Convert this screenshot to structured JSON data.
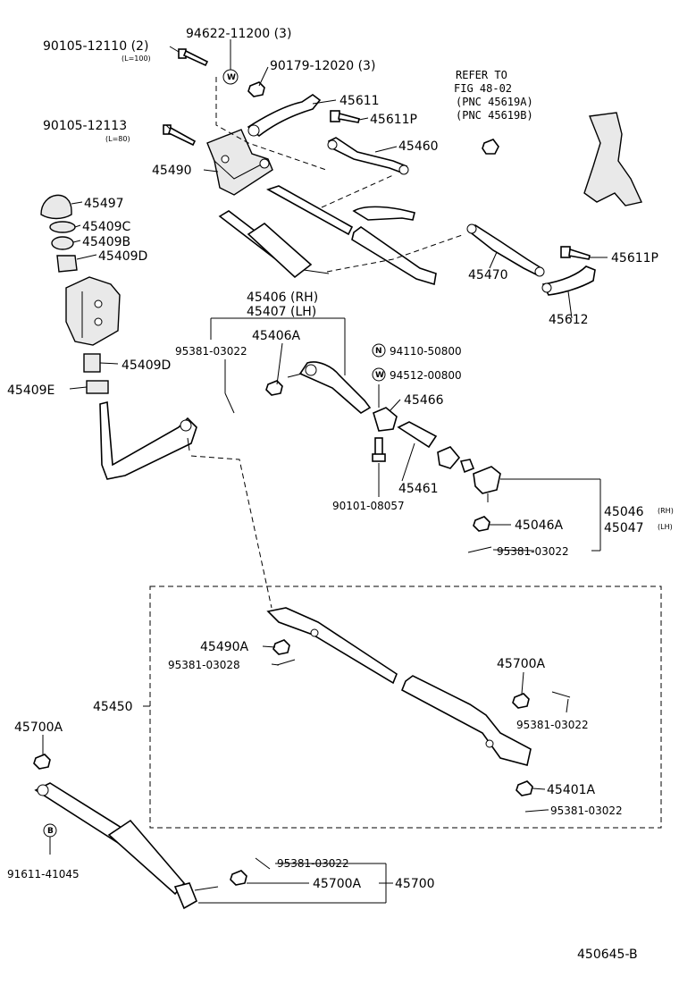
{
  "labels": {
    "p90105_12110": "90105-12110 (2)",
    "l100": "(L=100)",
    "p94622_11200": "94622-11200 (3)",
    "p90179_12020": "90179-12020 (3)",
    "p45611": "45611",
    "p45611P_top": "45611P",
    "p90105_12113": "90105-12113",
    "l80": "(L=80)",
    "p45460": "45460",
    "p45490": "45490",
    "p45497": "45497",
    "p45409C": "45409C",
    "p45409B": "45409B",
    "p45409D_top": "45409D",
    "p45406_rh": "45406 (RH)",
    "p45407_lh": "45407 (LH)",
    "p45406A": "45406A",
    "p95381_03022_a": "95381-03022",
    "p45409D_low": "45409D",
    "p45409E": "45409E",
    "p94110_50800": "94110-50800",
    "p94512_00800": "94512-00800",
    "p45466": "45466",
    "p45461": "45461",
    "p90101_08057": "90101-08057",
    "p45470": "45470",
    "p45611P_right": "45611P",
    "p45612": "45612",
    "p45046": "45046",
    "p45047": "45047",
    "rh": "(RH)",
    "lh": "(LH)",
    "p45046A": "45046A",
    "p95381_03022_b": "95381-03022",
    "p45490A": "45490A",
    "p95381_03028": "95381-03028",
    "p45700A_box": "45700A",
    "p95381_03022_c": "95381-03022",
    "p45450": "45450",
    "p45401A": "45401A",
    "p95381_03022_d": "95381-03022",
    "p45700A_left": "45700A",
    "p91611_41045": "91611-41045",
    "p95381_03022_e": "95381-03022",
    "p45700A_bottom": "45700A",
    "p45700": "45700",
    "figure_code": "450645-B"
  },
  "refer_note": {
    "line1": "REFER TO",
    "line2": "FIG 48-02",
    "line3": "(PNC 45619A)",
    "line4": "(PNC 45619B)"
  },
  "symbols": {
    "washer": "W",
    "nut": "N",
    "bolt": "B"
  }
}
